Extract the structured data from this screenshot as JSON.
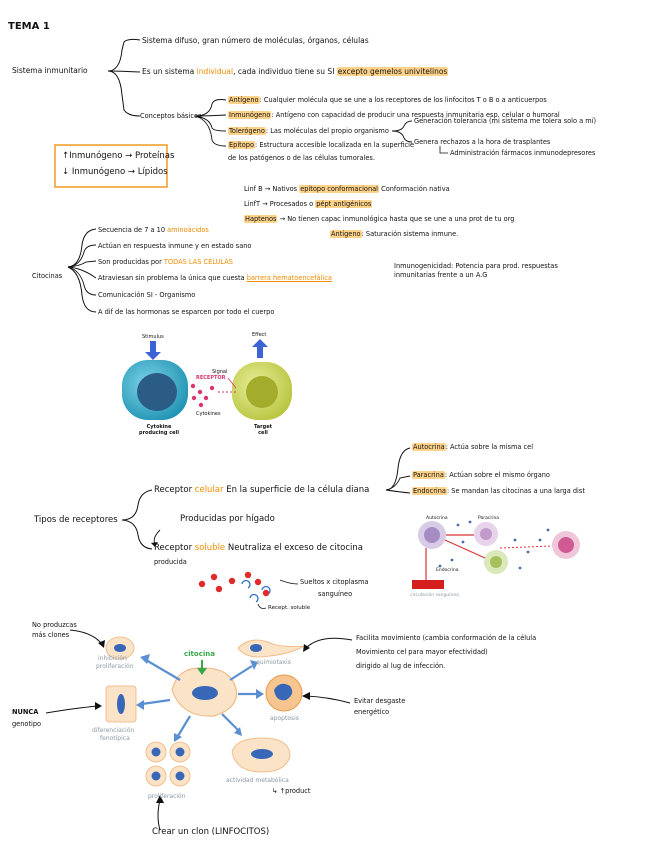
{
  "title": "TEMA 1",
  "sistema": {
    "root": "Sistema inmunitario",
    "b1": "Sistema difuso, gran número de moléculas, órganos, células",
    "b2_pre": "Es un sistema ",
    "b2_hl": "individual",
    "b2_mid": ", cada individuo tiene su SI ",
    "b2_end": "excepto gemelos univitelinos",
    "b3": "Conceptos básicos",
    "c1_term": "Antígeno",
    "c1_def": ": Cualquier molécula que se une a los receptores de los linfocitos T o B o a anticuerpos",
    "c2_term": "Inmunógeno",
    "c2_def": ": Antígeno con capacidad de producir una respuesta inmunitaria esp. celular o humoral",
    "c3_term": "Tolerógeno",
    "c3_def": ": Las moléculas del propio organismo",
    "c4_term": "Epítopo",
    "c4_def1": ": Estructura accesible localizada en la superficie",
    "c4_def2": "de los patógenos o de las células tumorales.",
    "tol1": "Generación tolerancia (mi sistema me tolera solo a mí)",
    "tol2": "Genera rechazos a la hora de trasplantes",
    "tol3": "Administración fármacos inmunodepresores"
  },
  "box": {
    "l1": "↑Inmunógeno → Proteínas",
    "l2": "↓ Inmunógeno → Lípidos"
  },
  "linf": {
    "l1_pre": "Linf B → Nativos ",
    "l1_hl": "epítopo conformacional",
    "l1_end": " Conformación nativa",
    "l2_pre": "LinfT → Procesados o ",
    "l2_hl": "pépt antigénicos",
    "l3_term": "Haptenos",
    "l3_def": " → No tienen capac inmunológica hasta que se une a una prot de tu org",
    "l4_term": "Antígeno",
    "l4_def": ": Saturación sistema inmune."
  },
  "citocinas": {
    "root": "Citocinas",
    "i1_pre": "Secuencia de 7 a 10 ",
    "i1_hl": "aminoácidos",
    "i2": "Actúan en respuesta inmune y en estado sano",
    "i3_pre": "Son producidas por ",
    "i3_hl": "TODAS LAS CÉLULAS",
    "i4_pre": "Atraviesan sin problema la única que cuesta ",
    "i4_hl": "barrera hematoencefálica",
    "i5": "Comunicación SI - Organismo",
    "i6": "A dif de las hormonas se esparcen por todo el cuerpo",
    "note": "Inmunogenicidad: Potencia para prod. respuestas inmunitarias frente a un A.G"
  },
  "fig1": {
    "stimulus": "Stimulus",
    "effect": "Effect",
    "signal": "Signal",
    "receptor": "RECEPTOR",
    "cytokines": "Cytokines",
    "left_label": "Cytokine producing cell",
    "right_label": "Target cell"
  },
  "receptores": {
    "root": "Tipos de receptores",
    "celular_pre": "Receptor ",
    "celular_hl": "celular",
    "celular_end": "  En la superficie de la célula diana",
    "autocrina_term": "Autocrina",
    "autocrina_def": ": Actúa sobre la misma cel",
    "paracrina_term": "Paracrina",
    "paracrina_def": ": Actúan sobre el mismo órgano",
    "endocrina_term": "Endocrina",
    "endocrina_def": ": Se mandan las citocinas a una larga dist",
    "higado": "Producidas por hígado",
    "soluble_pre": "Receptor ",
    "soluble_hl": "soluble",
    "soluble_end": "  Neutraliza el exceso de citocina",
    "producida": "producida",
    "sueltos1": "Sueltos x citoplasma",
    "sueltos2": "sanguíneo",
    "recept_soluble": "Recept. soluble"
  },
  "fig2": {
    "autocrina": "Autocrina",
    "paracrina": "Paracrina",
    "endocrina": "Endocrina",
    "circulacion": "circulación sanguínea"
  },
  "fig3": {
    "citocina": "citocina",
    "inhibicion": "inhibición",
    "proliferacion_a": "proliferación",
    "quimiotaxis": "quimiotaxis",
    "apoptosis": "apoptosis",
    "diferenciacion": "diferenciación",
    "fenotipica": "fenotípica",
    "proliferacion": "proliferación",
    "actividad": "actividad metabólica",
    "no_prod1": "No produzcas",
    "no_prod2": "más clones",
    "facilita1": "Facilita movimiento (cambia conformación de la célula",
    "facilita2": "Movimiento cel                para mayor efectividad)",
    "facilita3": "dirigido al lug de infección.",
    "evitar1": "Evitar desgaste",
    "evitar2": "energético",
    "nunca1": "NUNCA",
    "nunca2": "genotipo",
    "product": "↳ ↑product",
    "clon": "Crear un clon (LINFOCITOS)"
  }
}
